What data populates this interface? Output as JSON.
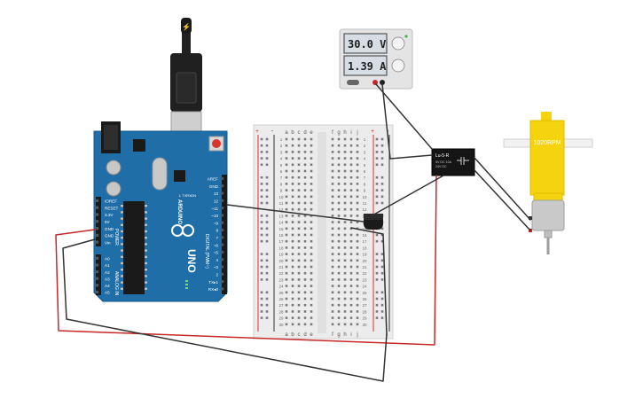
{
  "power_supply": {
    "voltage": "30.0 V",
    "current": "1.39 A"
  },
  "relay": {
    "label": "Lu-5-R",
    "spec_line_1": "5V DC 10A",
    "spec_line_2": "24V DC"
  },
  "motor": {
    "label": "1020RPM"
  },
  "arduino": {
    "brand": "ARDUINO",
    "model": "UNO",
    "power_header": [
      "IOREF",
      "RESET",
      "3.3V",
      "5V",
      "GND",
      "GND",
      "Vin"
    ],
    "power_title": "POWER",
    "analog_header": [
      "A0",
      "A1",
      "A2",
      "A3",
      "A4",
      "A5"
    ],
    "analog_title": "ANALOG IN",
    "digital_header": [
      "AREF",
      "GND",
      "13",
      "12",
      "~11",
      "~10",
      "~9",
      "8",
      "7",
      "~6",
      "~5",
      "4",
      "~3",
      "2",
      "TX▸1",
      "RX◂0"
    ],
    "digital_title": "DIGITAL (PWM~)",
    "led_labels": [
      "L",
      "TX",
      "RX",
      "ON"
    ]
  },
  "breadboard": {
    "columns_left": [
      "a",
      "b",
      "c",
      "d",
      "e"
    ],
    "columns_right": [
      "f",
      "g",
      "h",
      "i",
      "j"
    ],
    "rows": [
      "1",
      "2",
      "3",
      "4",
      "5",
      "6",
      "7",
      "8",
      "9",
      "10",
      "11",
      "12",
      "13",
      "14",
      "15",
      "16",
      "17",
      "18",
      "19",
      "20",
      "21",
      "22",
      "23",
      "24",
      "25",
      "26",
      "27",
      "28",
      "29",
      "30"
    ],
    "rail_plus": "+",
    "rail_minus": "-"
  },
  "colors": {
    "arduino_blue": "#1f6ea8",
    "breadboard": "#ececec",
    "rail_red": "#d9352b",
    "rail_black": "#333333",
    "wire_black": "#333333",
    "wire_red": "#c62828",
    "motor_yellow": "#f5d30f",
    "psu_body": "#e6e6e6",
    "lcd": "#d3dbe1"
  }
}
